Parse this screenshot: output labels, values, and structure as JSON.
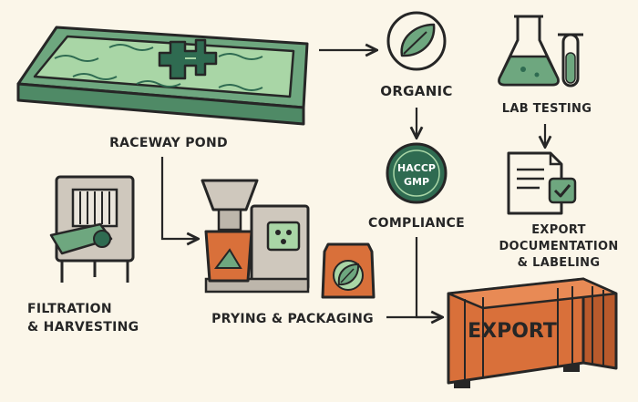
{
  "diagram": {
    "labels": {
      "raceway_pond": "RACEWAY POND",
      "organic": "ORGANIC",
      "lab_testing": "LAB TESTING",
      "compliance": "COMPLIANCE",
      "export_docs": "EXPORT\nDOCUMENTATION\n& LABELING",
      "filtration": "FILTRATION\n& HARVESTING",
      "drying": "PRYING & PACKAGING"
    },
    "badge": {
      "line1": "HACCP",
      "line2": "GMP"
    },
    "container_text": "EXPORT",
    "colors": {
      "background": "#fbf6e9",
      "dark_green": "#2f6b51",
      "mid_green": "#6ea77f",
      "light_green": "#a9d6a6",
      "container_orange": "#d9703a",
      "outline": "#262626"
    },
    "icons": [
      "pond-icon",
      "paddlewheel-icon",
      "leaf-icon",
      "flask-icon",
      "test-tube-icon",
      "badge-icon",
      "document-icon",
      "checkbox-icon",
      "filter-machine-icon",
      "dryer-machine-icon",
      "package-icon",
      "shipping-container-icon"
    ]
  }
}
